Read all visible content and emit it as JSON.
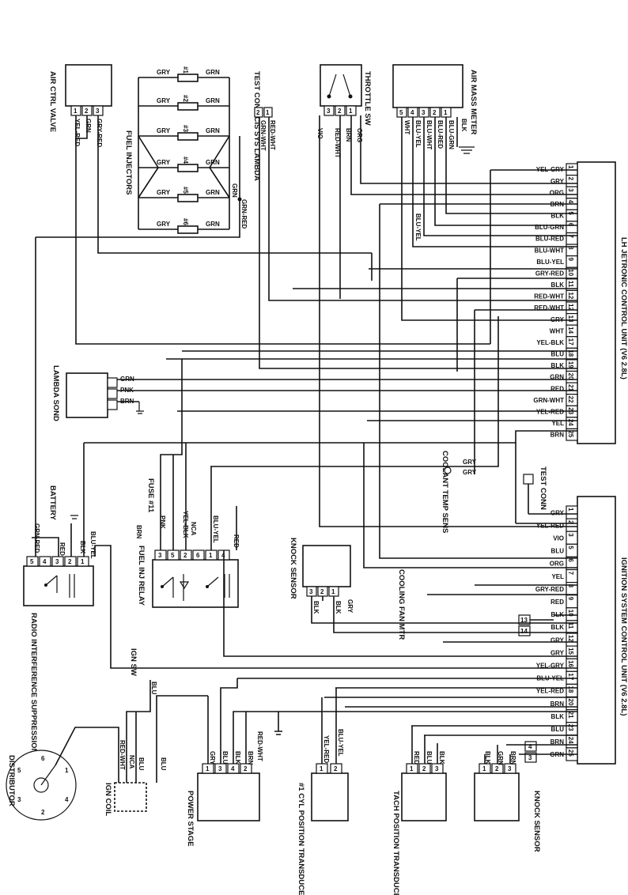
{
  "lh_unit": {
    "title": "LH JETRONIC CONTROL UNIT (V6 2.8L)",
    "pins": [
      {
        "pin": "1",
        "color": "YEL-GRY"
      },
      {
        "pin": "2",
        "color": "GRY"
      },
      {
        "pin": "3",
        "color": "ORG"
      },
      {
        "pin": "4",
        "color": "BRN"
      },
      {
        "pin": "5",
        "color": "BLK"
      },
      {
        "pin": "6",
        "color": "BLU-GRN"
      },
      {
        "pin": "7",
        "color": "BLU-RED"
      },
      {
        "pin": "8",
        "color": "BLU-WHT"
      },
      {
        "pin": "9",
        "color": "BLU-YEL"
      },
      {
        "pin": "10",
        "color": "GRY-RED"
      },
      {
        "pin": "11",
        "color": "BLK"
      },
      {
        "pin": "12",
        "color": "RED-WHT"
      },
      {
        "pin": "12",
        "color": "RED-WHT"
      },
      {
        "pin": "13",
        "color": "GRY"
      },
      {
        "pin": "14",
        "color": "WHT"
      },
      {
        "pin": "17",
        "color": "YEL-BLK"
      },
      {
        "pin": "18",
        "color": "BLU"
      },
      {
        "pin": "19",
        "color": "BLK"
      },
      {
        "pin": "20",
        "color": "GRN"
      },
      {
        "pin": "21",
        "color": "RED"
      },
      {
        "pin": "22",
        "color": "GRN-WHT"
      },
      {
        "pin": "23",
        "color": "YEL-RED"
      },
      {
        "pin": "24",
        "color": "YEL"
      },
      {
        "pin": "25",
        "color": "BRN"
      }
    ]
  },
  "ign_unit": {
    "title": "IGNITION SYSTEM CONTROL UNIT (V6 2.8L)",
    "pins": [
      {
        "pin": "1",
        "color": "GRY"
      },
      {
        "pin": "2",
        "color": "YEL-RED"
      },
      {
        "pin": "3",
        "color": "VIO"
      },
      {
        "pin": "5",
        "color": "BLU"
      },
      {
        "pin": "6",
        "color": "ORG"
      },
      {
        "pin": "7",
        "color": "YEL"
      },
      {
        "pin": "8",
        "color": "GRY-RED"
      },
      {
        "pin": "9",
        "color": "RED"
      },
      {
        "pin": "10",
        "color": "BLK"
      },
      {
        "pin": "11",
        "color": "BLK"
      },
      {
        "pin": "12",
        "color": "GRY"
      },
      {
        "pin": "15",
        "color": "GRY"
      },
      {
        "pin": "16",
        "color": "YEL-GRY"
      },
      {
        "pin": "17",
        "color": "BLU-YEL"
      },
      {
        "pin": "18",
        "color": "YEL-RED"
      },
      {
        "pin": "20",
        "color": "BRN"
      },
      {
        "pin": "21",
        "color": "BLK"
      },
      {
        "pin": "23",
        "color": "BLU"
      },
      {
        "pin": "24",
        "color": "BRN"
      },
      {
        "pin": "25",
        "color": "GRN"
      }
    ]
  },
  "components": {
    "air_ctrl_valve": "AIR CTRL VALVE",
    "fuel_injectors": "FUEL INJECTORS",
    "test_conn_cis": "TEST CONN CIS SYS LAMBDA",
    "throttle_sw": "THROTTLE SW",
    "air_mass_meter": "AIR MASS METER",
    "lambda_sond": "LAMBDA SOND",
    "battery": "BATTERY",
    "fuse": "FUSE #11",
    "fuel_inj_relay": "FUEL INJ RELAY",
    "knock_sensor": "KNOCK SENSOR",
    "cooling_fan": "COOLING FAN MTR",
    "coolant_temp": "COOLANT TEMP SENS",
    "test_conn": "TEST CONN",
    "radio_relay": "RADIO INTERFERENCE SUPPRESSION RELAY",
    "ign_sw": "IGN SW",
    "distributor": "DISTRIBUTOR",
    "ign_coil": "IGN COIL",
    "power_stage": "POWER STAGE",
    "cyl_transducer": "#1 CYL POSITION TRANSDUCER",
    "tach_transducer": "TACH POSITION TRANSDUCER",
    "knock_sensor_2": "KNOCK SENSOR"
  },
  "wire_labels": {
    "injectors": [
      "GRY",
      "GRN",
      "GRY",
      "GRN",
      "GRY",
      "GRN",
      "GRY",
      "GRN",
      "GRY",
      "GRN",
      "GRY",
      "GRN"
    ],
    "injector_nums": [
      "#1",
      "#2",
      "#3",
      "#4",
      "#5",
      "#6"
    ],
    "injector_grn_tap": "GRN",
    "injector_grn_red": "GRN-RED",
    "air_ctrl": [
      "GRY-RED",
      "GRN",
      "YEL-RED"
    ],
    "test_conn_cis": [
      "RED-WHT",
      "GRN-WHT"
    ],
    "throttle": [
      "VIO",
      "RED-WHT",
      "BRN",
      "ORG"
    ],
    "air_mass": [
      "WHT",
      "BLU-YEL",
      "BLU-WHT",
      "BLU-RED",
      "BLU-GRN",
      "BLK"
    ],
    "lambda": [
      "GRN",
      "PNK",
      "BRN"
    ],
    "radio_relay": [
      "GRN-RED",
      "RED",
      "BLK",
      "BLU-YEL"
    ],
    "fuse": [
      "BRN",
      "PNK"
    ],
    "fuel_relay": [
      "YEL-BLK",
      "NCA",
      "BLU-YEL",
      "RED"
    ],
    "knock": [
      "BLK",
      "BLK",
      "GRY"
    ],
    "coolant": [
      "GRY",
      "GRY"
    ],
    "ign_coil": [
      "RED-WHT",
      "NCA",
      "BLU",
      "BLU"
    ],
    "ign_sw": "BLU",
    "power_stage": [
      "GRY",
      "BLU",
      "BLK",
      "BRN",
      "RED-WHT"
    ],
    "cyl": [
      "YEL-RED",
      "BLU-YEL"
    ],
    "tach": [
      "RED",
      "BLU",
      "BLK"
    ],
    "knock2": [
      "BLK",
      "GRN",
      "BRN"
    ],
    "blu_yel_mid": "BLU-YEL",
    "ign_13_14": [
      "13",
      "14"
    ],
    "ign_pins_4_3": [
      "4",
      "3"
    ]
  },
  "pin_labels": {
    "air_ctrl": [
      "1",
      "2",
      "3"
    ],
    "test_cis": [
      "2",
      "1"
    ],
    "throttle": [
      "3",
      "2",
      "1"
    ],
    "air_mass": [
      "5",
      "4",
      "3",
      "2",
      "1"
    ],
    "radio": [
      "5",
      "4",
      "3",
      "2",
      "1"
    ],
    "fuel_relay": [
      "3",
      "5",
      "2",
      "6",
      "1",
      "4"
    ],
    "knock": [
      "3",
      "2",
      "1"
    ],
    "power_stage": [
      "1",
      "3",
      "4",
      "2"
    ],
    "cyl": [
      "1",
      "2"
    ],
    "tach": [
      "1",
      "2",
      "3"
    ],
    "knock2": [
      "1",
      "2",
      "3"
    ],
    "distributor": [
      "6",
      "1",
      "4",
      "2",
      "3",
      "5"
    ]
  }
}
